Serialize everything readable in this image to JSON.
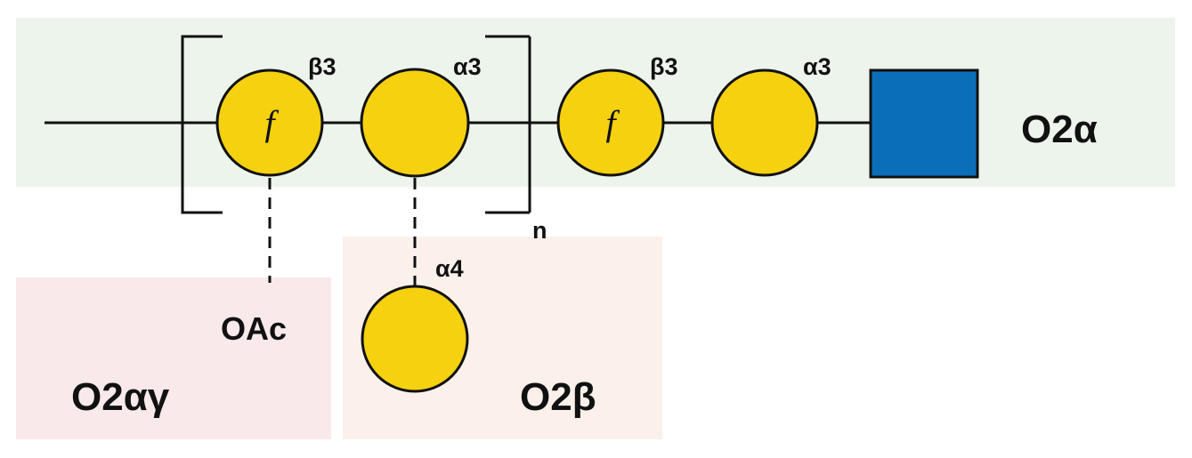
{
  "colors": {
    "o2a_region": "#edf4ec",
    "o2ag_region": "#f9e9ea",
    "o2b_region": "#fbf1ea",
    "galactose": "#f5d10f",
    "glcnac": "#0a6fb8",
    "stroke": "#111111"
  },
  "regions": {
    "o2a": "O2α",
    "o2ag": "O2αγ",
    "o2b": "O2β"
  },
  "linkages": {
    "repeat_first": "β3",
    "repeat_second": "α3",
    "core_first": "β3",
    "core_second": "α3",
    "branch": "α4"
  },
  "residues": {
    "furanose_marker_1": "f",
    "furanose_marker_2": "f"
  },
  "repeat_count": "n",
  "substituent": "OAc"
}
